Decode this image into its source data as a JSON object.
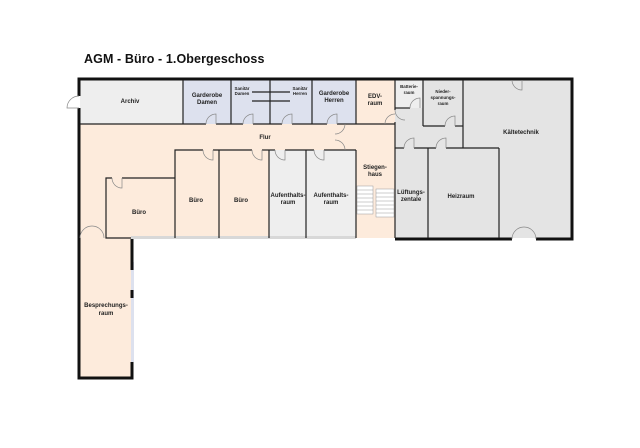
{
  "title": "AGM - Büro - 1.Obergeschoss",
  "colors": {
    "office": "#fdebdc",
    "sanitary": "#dde1ee",
    "technical": "#e4e4e4",
    "common": "#eeeeee",
    "wall": "#111111"
  },
  "rooms": {
    "archiv": {
      "label": "Archiv"
    },
    "garderobe_damen": {
      "line1": "Garderobe",
      "line2": "Damen"
    },
    "sanitaer_damen": {
      "line1": "Sanitär",
      "line2": "Damen"
    },
    "sanitaer_herren": {
      "line1": "Sanitär",
      "line2": "Herren"
    },
    "garderobe_herren": {
      "line1": "Garderobe",
      "line2": "Herren"
    },
    "edv": {
      "line1": "EDV-",
      "line2": "raum"
    },
    "batterie": {
      "line1": "Batterie-",
      "line2": "raum"
    },
    "nieder": {
      "line1": "Nieder-",
      "line2": "spannungs-",
      "line3": "raum"
    },
    "kaelte": {
      "label": "Kältetechnik"
    },
    "flur": {
      "label": "Flur"
    },
    "buero1": {
      "label": "Büro"
    },
    "buero2": {
      "label": "Büro"
    },
    "buero3": {
      "label": "Büro"
    },
    "aufenthalt1": {
      "line1": "Aufenthalts-",
      "line2": "raum"
    },
    "aufenthalt2": {
      "line1": "Aufenthalts-",
      "line2": "raum"
    },
    "stiegenhaus": {
      "line1": "Stiegen-",
      "line2": "haus"
    },
    "lueftung": {
      "line1": "Lüftungs-",
      "line2": "zentale"
    },
    "heizraum": {
      "label": "Heizraum"
    },
    "besprechung": {
      "line1": "Besprechungs-",
      "line2": "raum"
    }
  }
}
